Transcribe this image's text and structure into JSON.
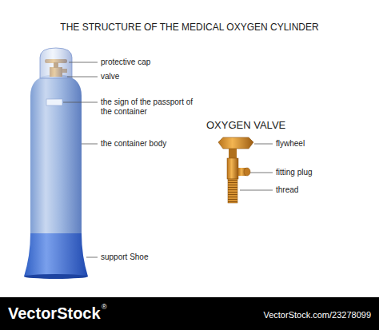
{
  "diagram": {
    "title": "THE STRUCTURE OF THE MEDICAL OXYGEN CYLINDER",
    "labels": [
      "protective cap",
      "valve",
      "the sign of the passport of the container",
      "the container body",
      "support Shoe",
      "OXYGEN VALVE",
      "flywheel",
      "fitting plug",
      "thread",
      "VectorStock",
      "®",
      "VectorStock.com/23278099"
    ]
  }
}
